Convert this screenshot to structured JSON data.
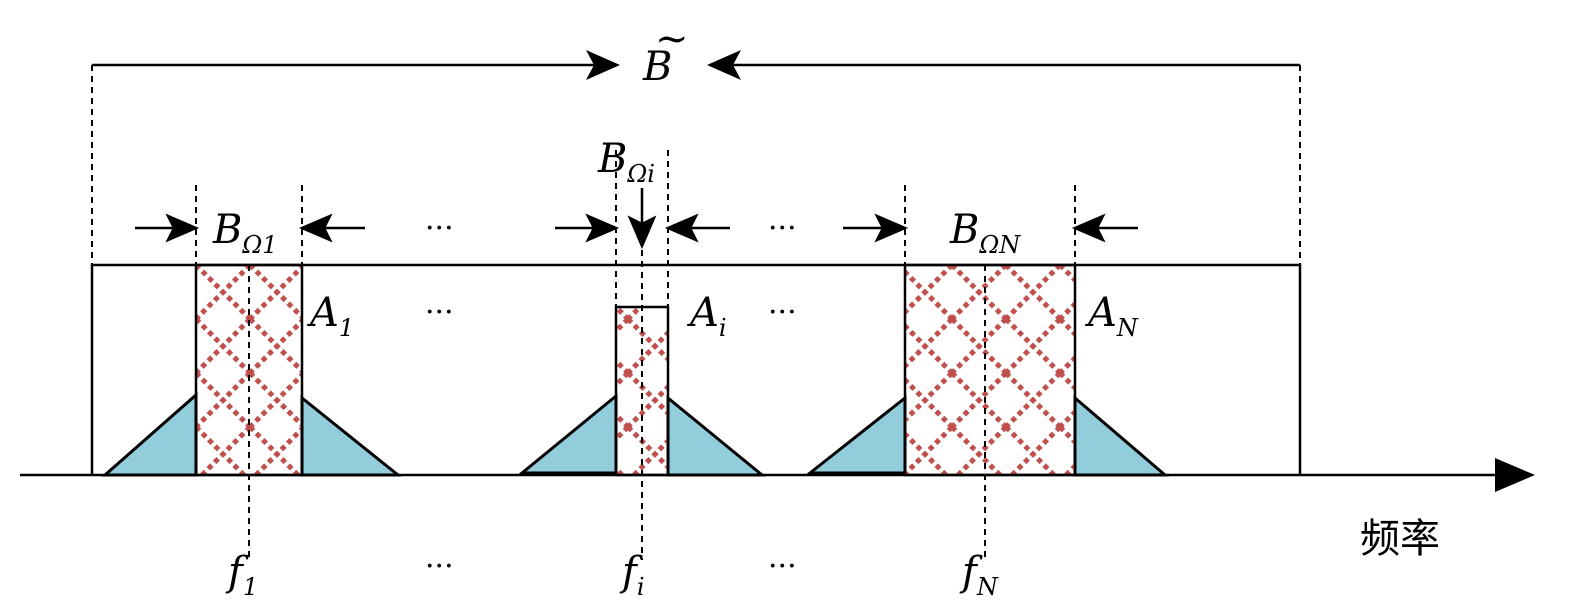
{
  "total_bandwidth": {
    "symbol": "B",
    "accent": "~"
  },
  "bands": [
    {
      "bandwidth_symbol": "B",
      "bandwidth_sub": "Ω1",
      "amplitude": "A",
      "amplitude_sub": "1",
      "freq": "f",
      "freq_sub": "1"
    },
    {
      "bandwidth_symbol": "B",
      "bandwidth_sub": "Ωi",
      "amplitude": "A",
      "amplitude_sub": "i",
      "freq": "f",
      "freq_sub": "i"
    },
    {
      "bandwidth_symbol": "B",
      "bandwidth_sub": "ΩN",
      "amplitude": "A",
      "amplitude_sub": "N",
      "freq": "f",
      "freq_sub": "N"
    }
  ],
  "ellipsis": "···",
  "axis_label": "频率",
  "colors": {
    "hatch": "#c0504d",
    "interference": "#92cddc",
    "line": "#000000"
  }
}
